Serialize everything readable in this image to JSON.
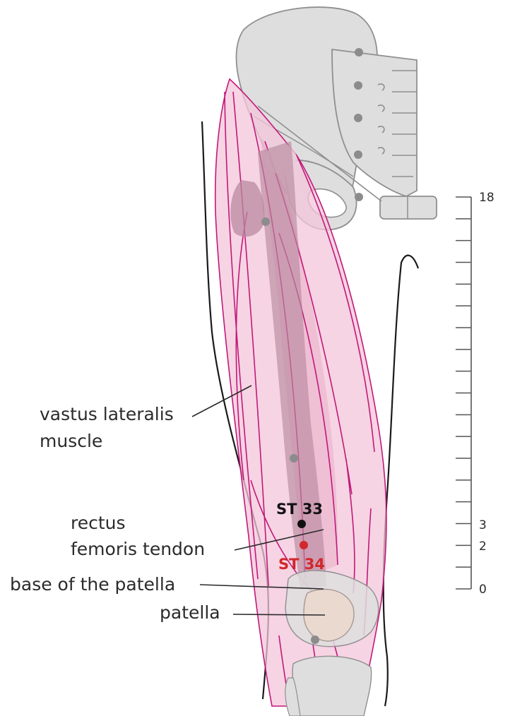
{
  "labels": {
    "vastus_lateralis_line1": "vastus lateralis",
    "vastus_lateralis_line2": "muscle",
    "rectus_line1": "rectus",
    "rectus_line2": "femoris tendon",
    "base_patella": "base of the patella",
    "patella": "patella"
  },
  "points": {
    "st33": "ST 33",
    "st34": "ST 34"
  },
  "scale": {
    "top": "18",
    "mark3": "3",
    "mark2": "2",
    "bottom": "0"
  },
  "colors": {
    "muscle_line": "#c2187a",
    "muscle_fill": "#f3c6da",
    "bone_fill": "#dedede",
    "bone_line": "#8f8f8f",
    "point_black": "#111111",
    "point_red": "#d2272b",
    "landmark_dot": "#8c8c8c"
  }
}
